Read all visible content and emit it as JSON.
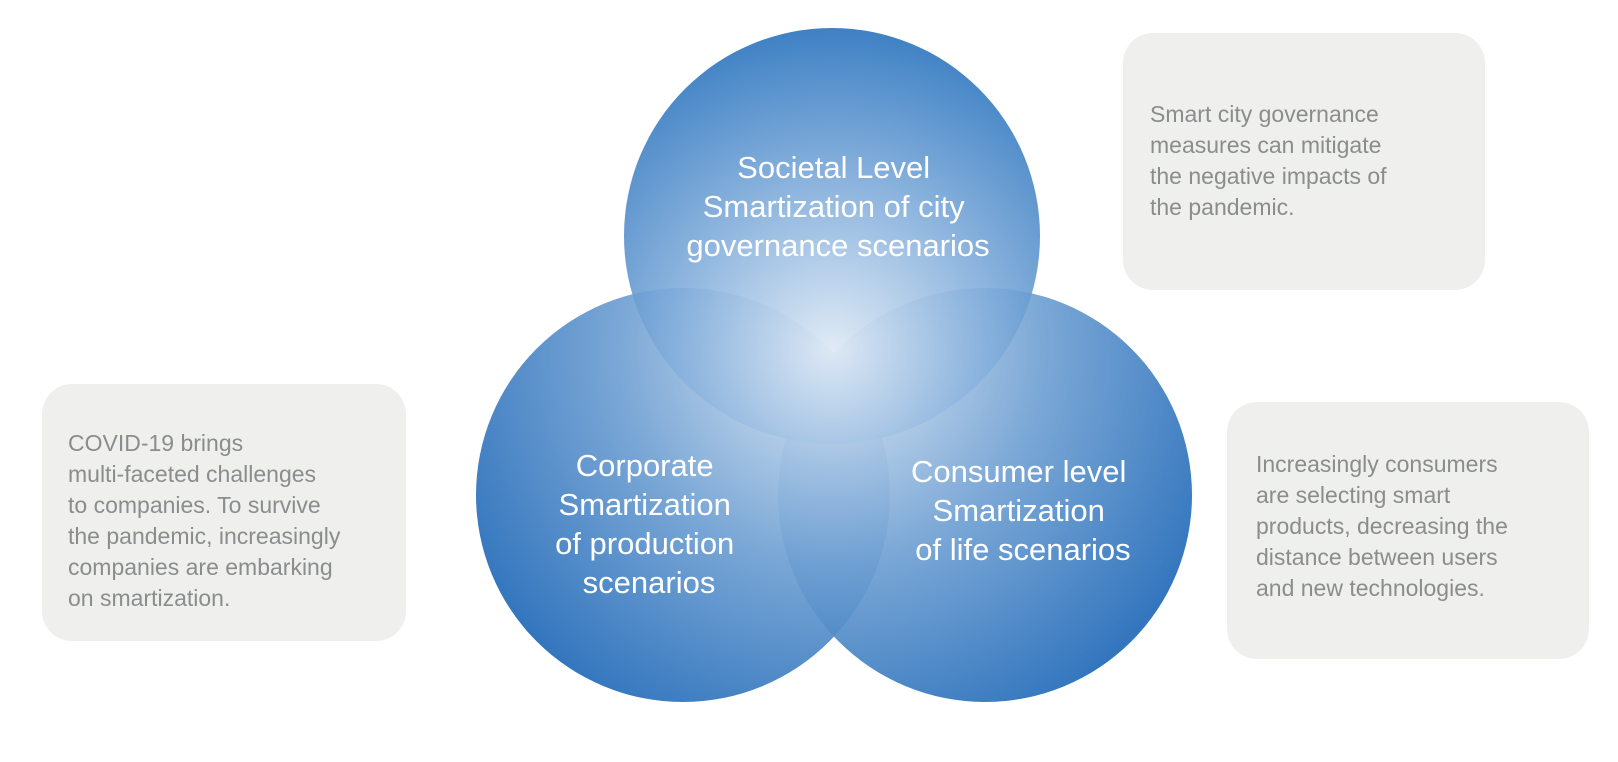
{
  "diagram": {
    "circles": {
      "societal": {
        "lines": [
          "Societal Level",
          "Smartization of city",
          "governance scenarios"
        ]
      },
      "corporate": {
        "lines": [
          "Corporate",
          "Smartization",
          "of production",
          "scenarios"
        ]
      },
      "consumer": {
        "lines": [
          "Consumer level",
          "Smartization",
          "of life scenarios"
        ]
      }
    },
    "notes": {
      "societal": "Smart city governance\nmeasures can mitigate\nthe negative impacts of\nthe pandemic.",
      "corporate": "COVID-19 brings\nmulti-faceted challenges\nto companies. To survive\nthe pandemic, increasingly\ncompanies are embarking\non smartization.",
      "consumer": "Increasingly consumers\nare selecting smart\nproducts, decreasing the\ndistance between users\nand new technologies."
    },
    "colors": {
      "circle_edge": "#2570bc",
      "circle_center": "#dde8f4",
      "note_background": "#eff0ee",
      "note_text": "#8a8c8e",
      "label_text": "#ffffff"
    }
  }
}
